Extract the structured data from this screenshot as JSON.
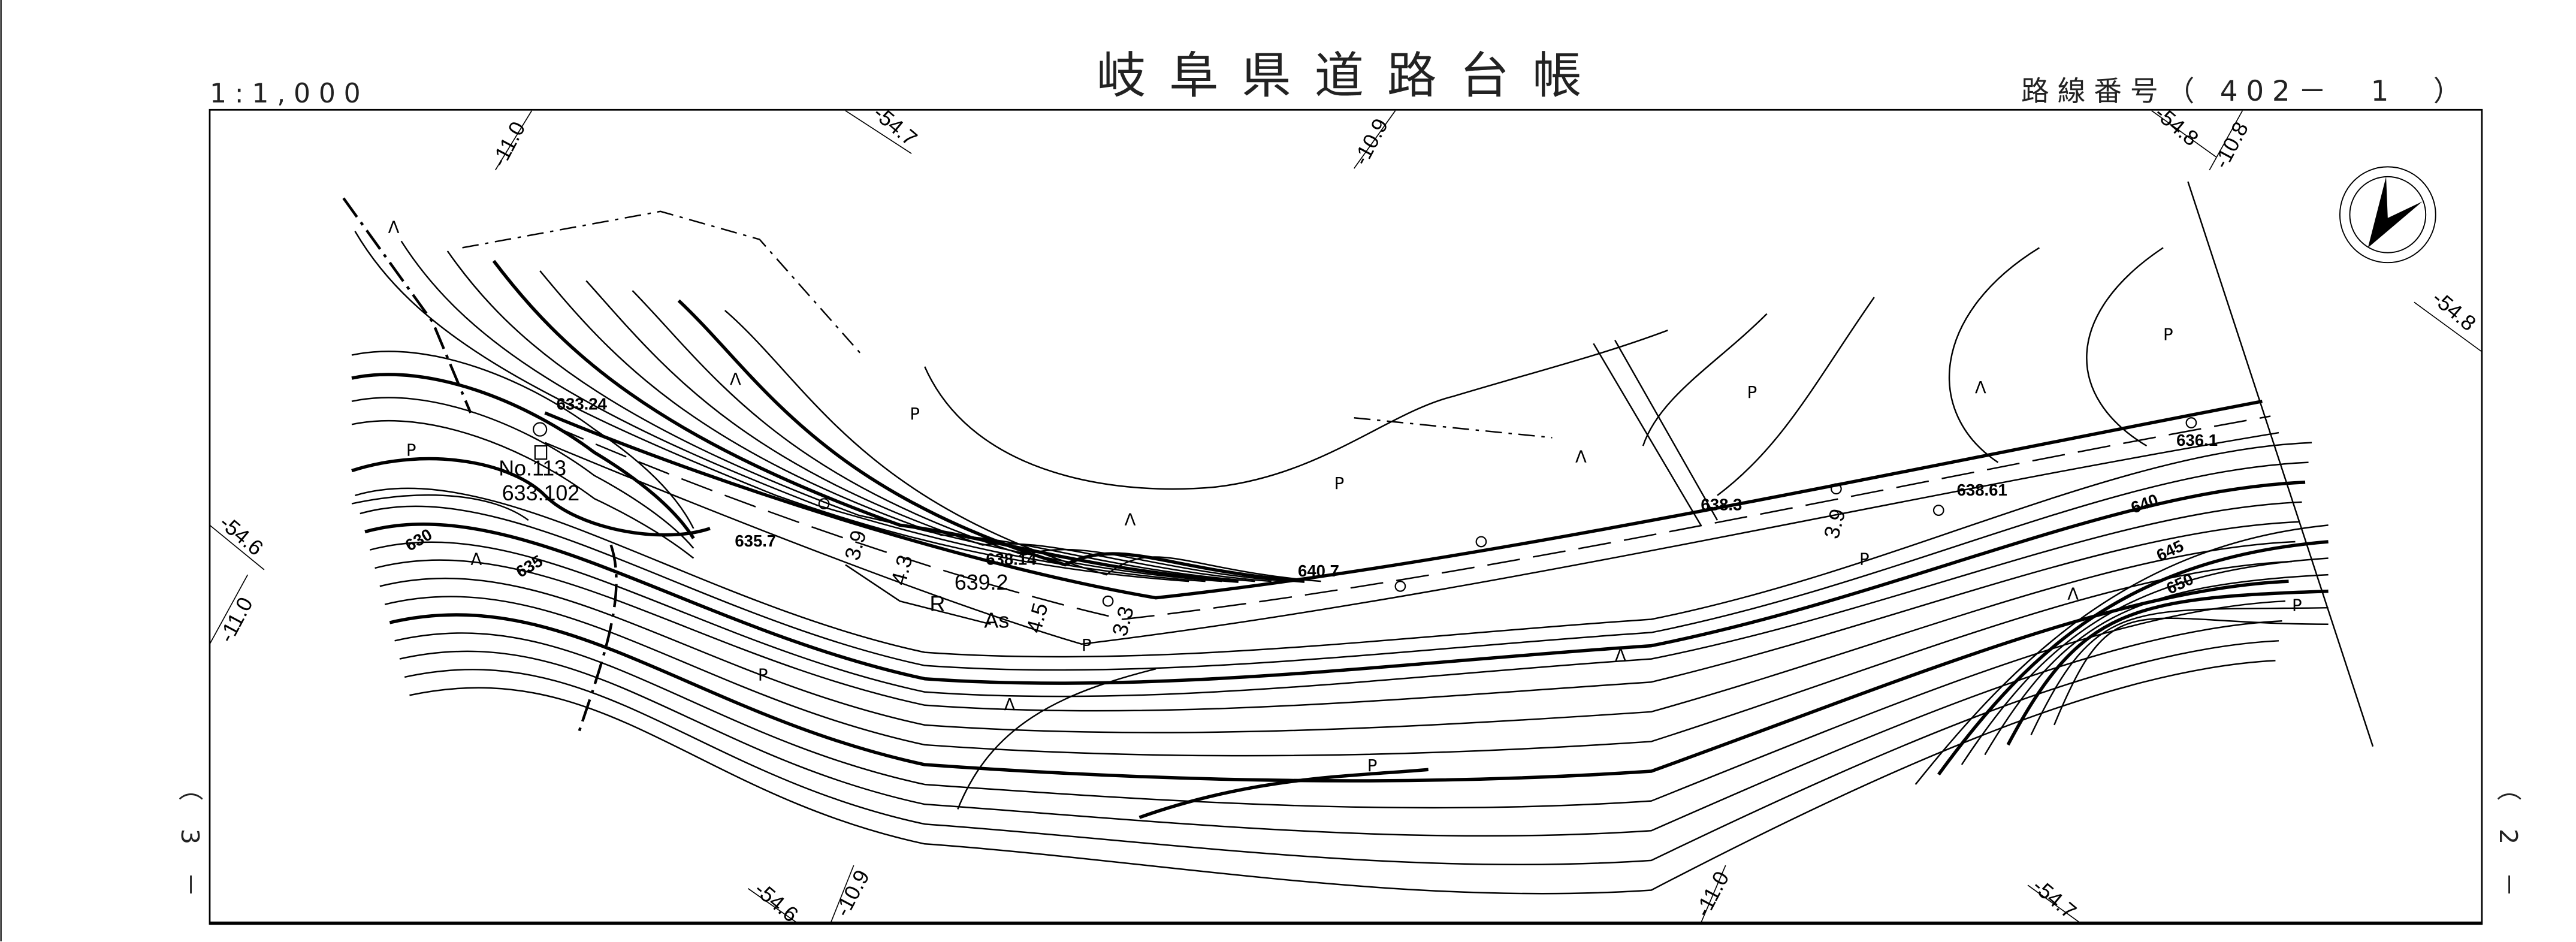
{
  "header": {
    "scale": "1:1,000",
    "title": "岐阜県道路台帳",
    "route_number": "路線番号（ 402－　1　）"
  },
  "sheet_side_labels": {
    "left": "（ 3 －",
    "right": "（ 2 －"
  },
  "grid_labels": {
    "top": [
      "-11.0",
      "-54.7",
      "-10.9",
      "-54.8",
      "-10.8"
    ],
    "right": [
      "-54.8"
    ],
    "left": [
      "-54.6",
      "-11.0"
    ],
    "bottom": [
      "-54.6",
      "-10.9",
      "-11.0",
      "-54.7"
    ]
  },
  "map": {
    "labels": {
      "bm_633_24": "633.24",
      "station_no": "No.113",
      "station_elev": "633.102",
      "c630": "630",
      "c635": "635",
      "e635_7": "635.7",
      "e638_14": "638.14",
      "e639_2": "639.2",
      "curve_r": "R",
      "surface_as": "As",
      "e640_7": "640.7",
      "e638_3": "638.3",
      "e638_61": "638.61",
      "c640": "640",
      "c645": "645",
      "c650": "650",
      "e636_1": "636.1",
      "w3_9": "3.9",
      "w4_3": "4.3",
      "w4_5": "4.5",
      "w3_3": "3.3",
      "w3_9b": "3.9"
    },
    "symbols": {
      "wasteland": "Λ",
      "field": "P"
    }
  }
}
